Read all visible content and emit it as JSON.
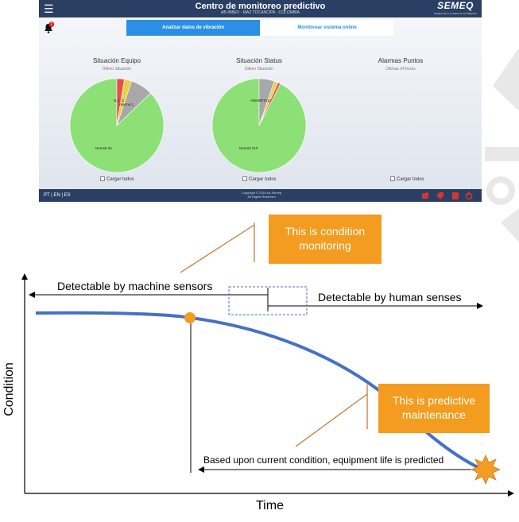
{
  "dashboard": {
    "title": "Centro de monitoreo predictivo",
    "subtitle": "AB-INBEV - MAZ TOCANCIPA - COLOMBIA",
    "logo": "SEMEQ",
    "logo_tagline": "Inteligencia en la Salud de las Máquinas",
    "notification_count": "1",
    "tabs": [
      {
        "label": "Analizar datos de vibración",
        "active": true
      },
      {
        "label": "Monitorear sistema online",
        "active": false
      }
    ],
    "panels": [
      {
        "title": "Situación Equipo",
        "subtitle": "Último Situación",
        "slices": [
          {
            "label": "Normal 34",
            "value": 34,
            "color": "#8de075"
          },
          {
            "label": "Alarma 1",
            "value": 1,
            "color": "#e84c4c"
          },
          {
            "label": "",
            "value": 1,
            "color": "#e6d24a"
          },
          {
            "label": "N.C. 3",
            "value": 3,
            "color": "#a8a8a8"
          }
        ],
        "load_all": "Cargar todos"
      },
      {
        "title": "Situación Status",
        "subtitle": "Último Situación",
        "slices": [
          {
            "label": "Normal 210",
            "value": 210,
            "color": "#8de075"
          },
          {
            "label": "",
            "value": 12,
            "color": "#a8a8a8"
          },
          {
            "label": "",
            "value": 3,
            "color": "#e6d24a"
          },
          {
            "label": "",
            "value": 2,
            "color": "#e84c4c"
          }
        ],
        "overlap_label": "AMABRTA12",
        "load_all": "Cargar todos"
      },
      {
        "title": "Alarmas Puntos",
        "subtitle": "Últimas 24 horas",
        "slices": [],
        "load_all": "Cargar todos"
      }
    ],
    "footer": {
      "languages": "PT | EN | ES",
      "copyright_line1": "Copyright © 2016 by Semeq",
      "copyright_line2": "All Rights Reserved"
    },
    "colors": {
      "header": "#2a3f63",
      "tab_active": "#2b8fe6",
      "footer_icons": "#d9342b"
    }
  },
  "diagram": {
    "callout_monitoring": "This is condition monitoring",
    "callout_predictive": "This is predictive maintenance",
    "detectable_machine": "Detectable by machine sensors",
    "detectable_human": "Detectable by human  senses",
    "life_predicted": "Based upon current condition, equipment life is predicted",
    "x_axis_label": "Time",
    "y_axis_label": "Condition",
    "colors": {
      "curve": "#4472c4",
      "callout": "#f39c1f",
      "marker": "#f39c1f",
      "leader_lines": "#c0803a"
    }
  }
}
